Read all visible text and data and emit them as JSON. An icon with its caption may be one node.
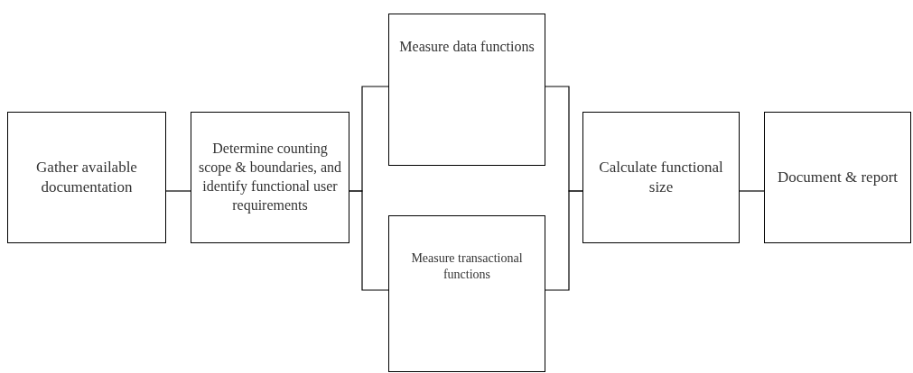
{
  "diagram": {
    "nodes": [
      {
        "text": [
          "Gather available documentation"
        ]
      },
      {
        "text": [
          "Determine counting scope & boundaries, and identify functional user requirements"
        ]
      },
      {
        "text": [
          "Measure data functions"
        ]
      },
      {
        "text": [
          "Measure transactional functions"
        ]
      },
      {
        "text": [
          "Calculate functional size"
        ]
      },
      {
        "text": [
          "Document & report"
        ]
      }
    ],
    "edges": [
      {
        "from": 0,
        "to": 1,
        "arrow": "none"
      },
      {
        "from": 1,
        "to": 2,
        "arrow": "none"
      },
      {
        "from": 1,
        "to": 3,
        "arrow": "none"
      },
      {
        "from": 2,
        "to": 4,
        "arrow": "none"
      },
      {
        "from": 3,
        "to": 4,
        "arrow": "none"
      },
      {
        "from": 4,
        "to": 5,
        "arrow": "none"
      }
    ]
  }
}
